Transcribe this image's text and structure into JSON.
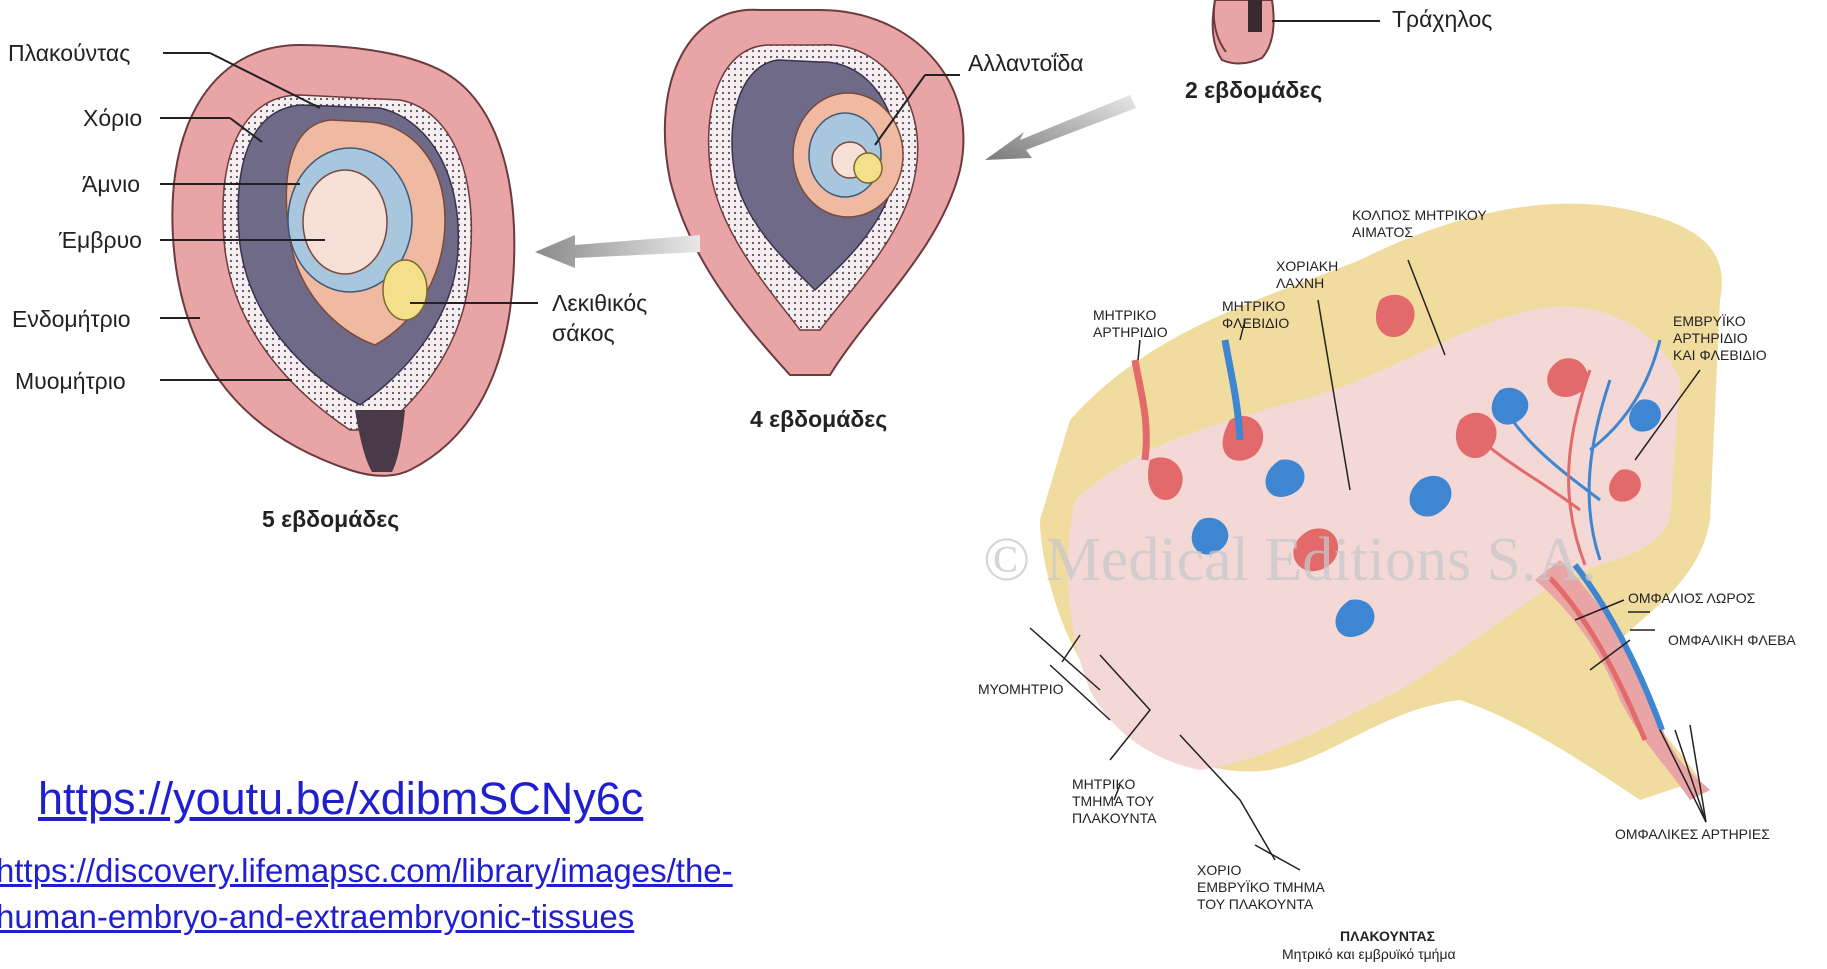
{
  "week2": {
    "label_trachilos": "Τράχηλος",
    "caption": "2 εβδομάδες"
  },
  "week4": {
    "label_allantois": "Αλλαντοΐδα",
    "caption": "4 εβδομάδες"
  },
  "week5": {
    "labels": {
      "placenta": "Πλακούντας",
      "chorion": "Χόριο",
      "amnion": "Άμνιο",
      "embryo": "Έμβρυο",
      "endometrium": "Ενδομήτριο",
      "myometrium": "Μυομήτριο",
      "yolk_sac_line1": "Λεκιθικός",
      "yolk_sac_line2": "σάκος"
    },
    "caption": "5 εβδομάδες"
  },
  "placenta_diagram": {
    "watermark": "© Medical Editions S.A.",
    "labels": {
      "maternal_blood_sinus_1": "ΚΟΛΠΟΣ ΜΗΤΡΙΚΟΥ",
      "maternal_blood_sinus_2": "ΑΙΜΑΤΟΣ",
      "chorionic_villus_1": "ΧΟΡΙΑΚΗ",
      "chorionic_villus_2": "ΛΑΧΝΗ",
      "maternal_arteriole_1": "ΜΗΤΡΙΚΟ",
      "maternal_arteriole_2": "ΑΡΤΗΡΙΔΙΟ",
      "maternal_venule_1": "ΜΗΤΡΙΚΟ",
      "maternal_venule_2": "ΦΛΕΒΙΔΙΟ",
      "fetal_vessels_1": "ΕΜΒΡΥΪΚΟ",
      "fetal_vessels_2": "ΑΡΤΗΡΙΔΙΟ",
      "fetal_vessels_3": "ΚΑΙ ΦΛΕΒΙΔΙΟ",
      "umbilical_cord": "ΟΜΦΑΛΙΟΣ ΛΩΡΟΣ",
      "umbilical_vein": "ΟΜΦΑΛΙΚΗ ΦΛΕΒΑ",
      "myometrium": "ΜΥΟΜΗΤΡΙΟ",
      "maternal_part_1": "ΜΗΤΡΙΚΟ",
      "maternal_part_2": "ΤΜΗΜΑ ΤΟΥ",
      "maternal_part_3": "ΠΛΑΚΟΥΝΤΑ",
      "umbilical_arteries": "ΟΜΦΑΛΙΚΕΣ ΑΡΤΗΡΙΕΣ",
      "chorion": "ΧΟΡΙΟ",
      "fetal_part_1": "ΕΜΒΡΥΪΚΟ ΤΜΗΜΑ",
      "fetal_part_2": "ΤΟΥ ΠΛΑΚΟΥΝΤΑ",
      "placenta_title": "ΠΛΑΚΟΥΝΤΑΣ",
      "placenta_subtitle": "Μητρικό και εμβρυϊκό τμήμα"
    }
  },
  "links": {
    "youtube": "https://youtu.be/xdibmSCNy6c",
    "lifemap_line1": "https://discovery.lifemapsc.com/library/images/the-",
    "lifemap_line2": "human-embryo-and-extraembryonic-tissues"
  }
}
